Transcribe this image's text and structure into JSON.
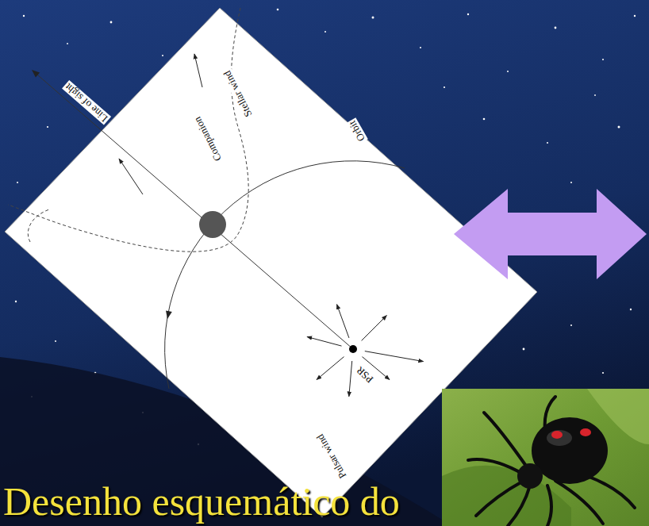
{
  "diagram": {
    "caption": "Desenho esquemático do",
    "labels": [
      "Stellar wind",
      "Orbit",
      "Companion",
      "Line of sight",
      "PSR",
      "Pulsar wind"
    ]
  }
}
